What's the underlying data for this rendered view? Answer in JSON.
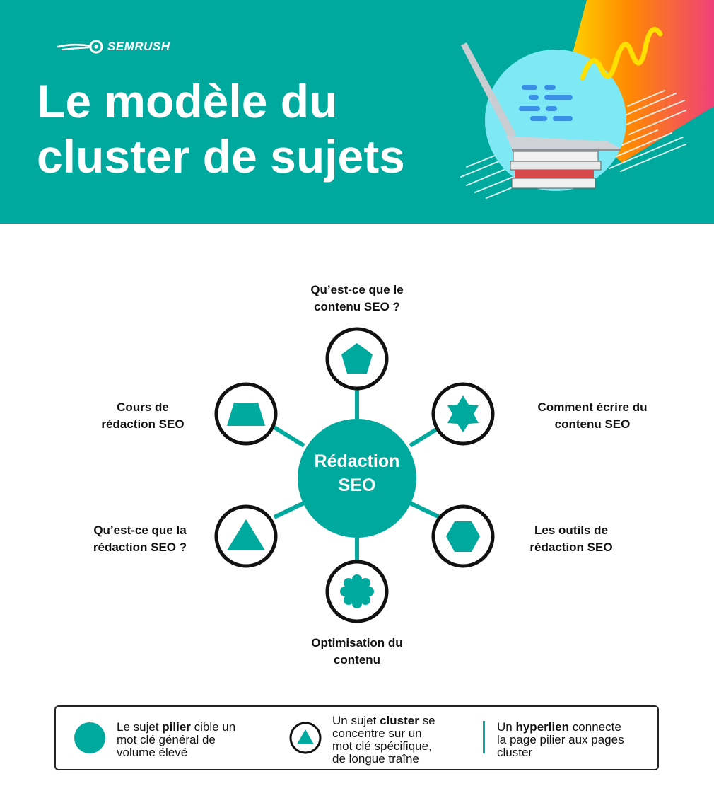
{
  "header": {
    "brand": "SEMRUSH",
    "title_line1": "Le modèle du",
    "title_line2": "cluster de sujets"
  },
  "colors": {
    "teal": "#00a99d",
    "dark": "#111111",
    "light_cyan": "#7ee8f5",
    "accent_yellow": "#ffe000",
    "accent_orange": "#ff8a00",
    "accent_pink": "#f0407a"
  },
  "diagram": {
    "center": {
      "line1": "Rédaction",
      "line2": "SEO"
    },
    "nodes": [
      {
        "icon": "pentagon-icon",
        "line1": "Qu’est-ce que le",
        "line2": "contenu SEO ?"
      },
      {
        "icon": "star-icon",
        "line1": "Comment écrire du",
        "line2": "contenu SEO"
      },
      {
        "icon": "hexagon-icon",
        "line1": "Les outils de",
        "line2": "rédaction SEO"
      },
      {
        "icon": "flower-icon",
        "line1": "Optimisation du",
        "line2": "contenu"
      },
      {
        "icon": "triangle-icon",
        "line1": "Qu’est-ce que la",
        "line2": "rédaction SEO ?"
      },
      {
        "icon": "trapezoid-icon",
        "line1": "Cours de",
        "line2": "rédaction SEO"
      }
    ]
  },
  "legend": {
    "pillar": {
      "pre": "Le sujet ",
      "bold": "pilier",
      "line1_post": " cible un",
      "line2": "mot clé général de",
      "line3": "volume élevé"
    },
    "cluster": {
      "pre": "Un sujet ",
      "bold": "cluster",
      "line1_post": " se",
      "line2": "concentre sur un",
      "line3": "mot clé spécifique,",
      "line4": "de longue traîne"
    },
    "link": {
      "pre": "Un ",
      "bold": "hyperlien",
      "line1_post": " connecte",
      "line2": "la page pilier aux pages",
      "line3": "cluster"
    }
  }
}
